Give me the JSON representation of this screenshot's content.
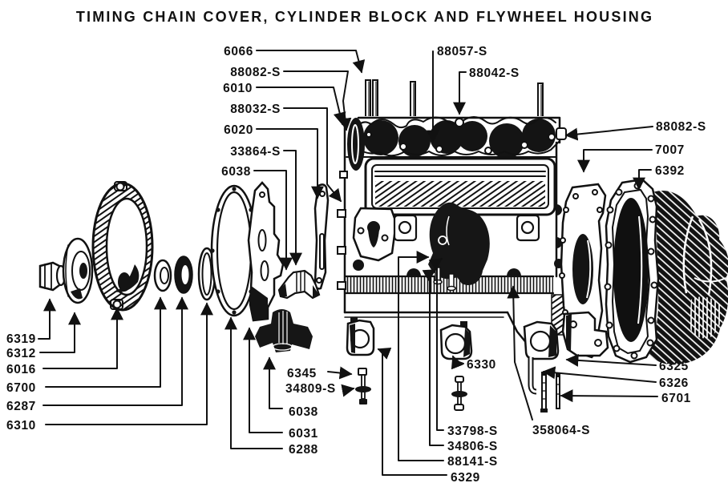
{
  "title": "TIMING CHAIN COVER, CYLINDER BLOCK AND FLYWHEEL HOUSING",
  "colors": {
    "ink": "#111111",
    "paper": "#ffffff"
  },
  "labels": [
    "6066",
    "88082-S",
    "6010",
    "88032-S",
    "6020",
    "33864-S",
    "6038",
    "88057-S",
    "88042-S",
    "88082-S",
    "7007",
    "6392",
    "6319",
    "6312",
    "6016",
    "6700",
    "6287",
    "6310",
    "6345",
    "34809-S",
    "6038",
    "6031",
    "6288",
    "6330",
    "33798-S",
    "34806-S",
    "88141-S",
    "6329",
    "358064-S",
    "6325",
    "6326",
    "6701"
  ]
}
